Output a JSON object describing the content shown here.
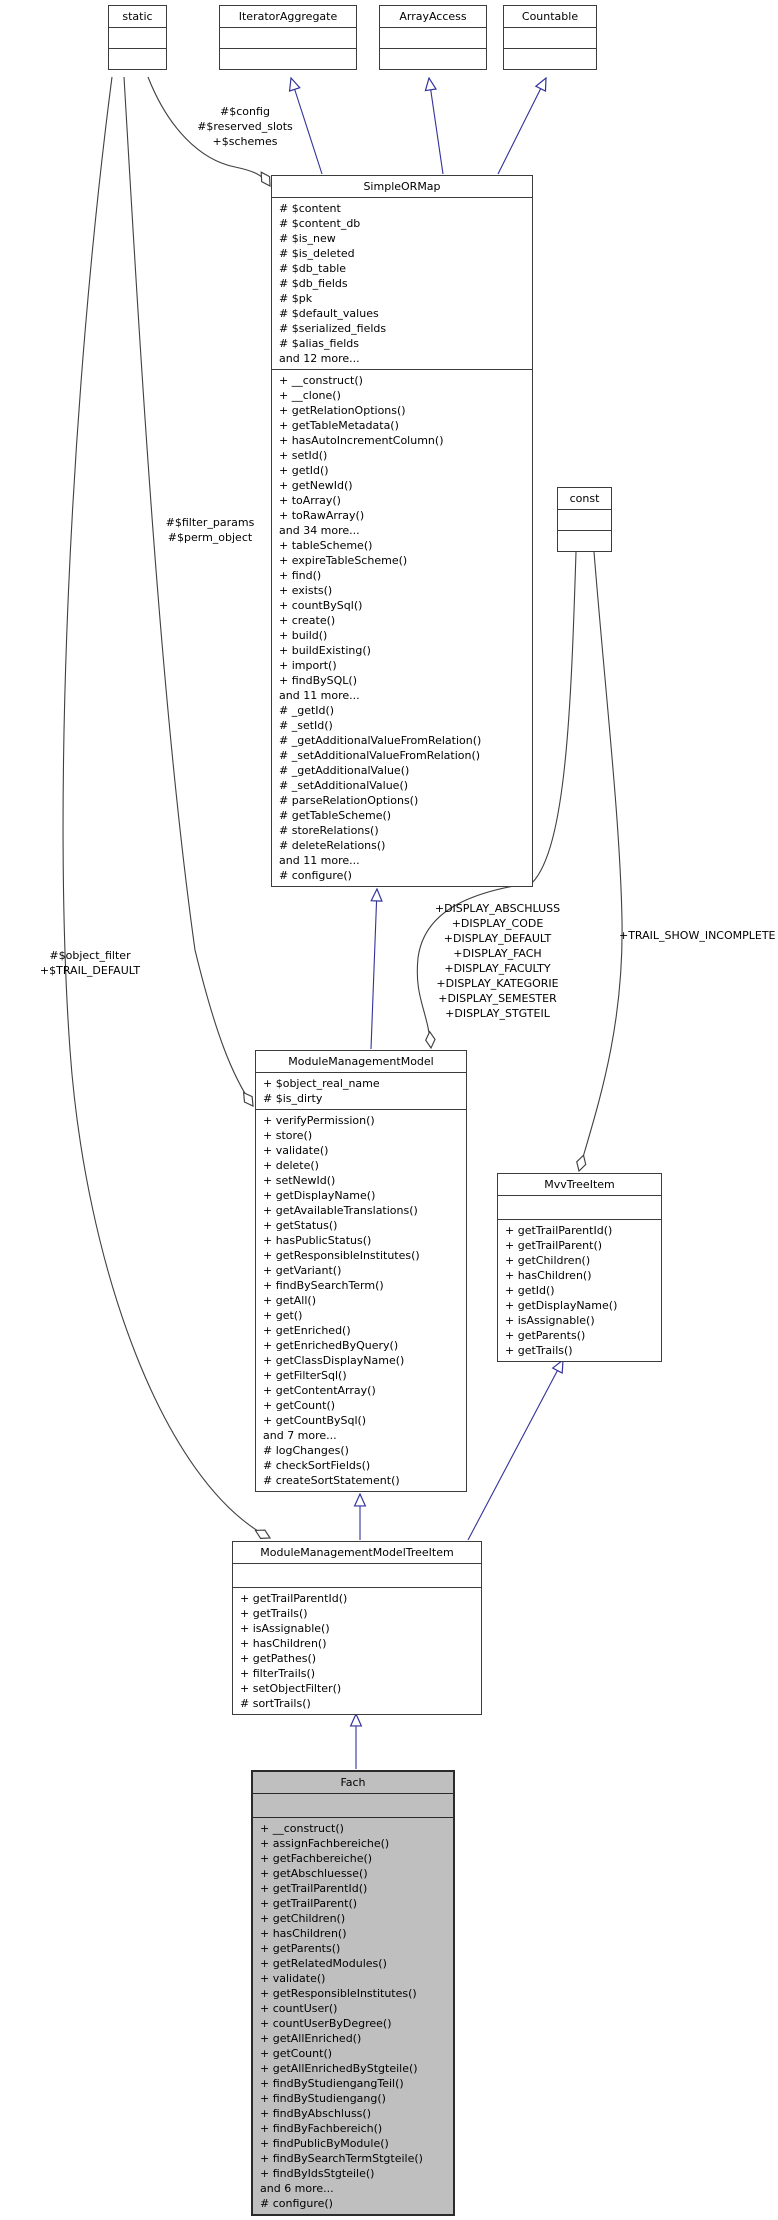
{
  "diagram_type": "uml-class-collaboration-graph",
  "colors": {
    "background": "#ffffff",
    "box_border": "#3c3c3c",
    "box_fill": "#ffffff",
    "highlight_fill": "#bfbfbf",
    "inheritance_edge": "#32329b",
    "usage_edge": "#404040",
    "text": "#000000"
  },
  "classes": {
    "static": {
      "title": "static",
      "attributes": [],
      "methods": []
    },
    "iterator_aggregate": {
      "title": "IteratorAggregate",
      "attributes": [],
      "methods": []
    },
    "array_access": {
      "title": "ArrayAccess",
      "attributes": [],
      "methods": []
    },
    "countable": {
      "title": "Countable",
      "attributes": [],
      "methods": []
    },
    "const": {
      "title": "const",
      "attributes": [],
      "methods": []
    },
    "simple_or_map": {
      "title": "SimpleORMap",
      "attributes": [
        "# $content",
        "# $content_db",
        "# $is_new",
        "# $is_deleted",
        "# $db_table",
        "# $db_fields",
        "# $pk",
        "# $default_values",
        "# $serialized_fields",
        "# $alias_fields",
        "and 12 more..."
      ],
      "methods": [
        "+ __construct()",
        "+ __clone()",
        "+ getRelationOptions()",
        "+ getTableMetadata()",
        "+ hasAutoIncrementColumn()",
        "+ setId()",
        "+ getId()",
        "+ getNewId()",
        "+ toArray()",
        "+ toRawArray()",
        "and 34 more...",
        "+ tableScheme()",
        "+ expireTableScheme()",
        "+ find()",
        "+ exists()",
        "+ countBySql()",
        "+ create()",
        "+ build()",
        "+ buildExisting()",
        "+ import()",
        "+ findBySQL()",
        "and 11 more...",
        "# _getId()",
        "# _setId()",
        "# _getAdditionalValueFromRelation()",
        "# _setAdditionalValueFromRelation()",
        "# _getAdditionalValue()",
        "# _setAdditionalValue()",
        "# parseRelationOptions()",
        "# getTableScheme()",
        "# storeRelations()",
        "# deleteRelations()",
        "and 11 more...",
        "# configure()"
      ]
    },
    "module_management_model": {
      "title": "ModuleManagementModel",
      "attributes": [
        "+ $object_real_name",
        "# $is_dirty"
      ],
      "methods": [
        "+ verifyPermission()",
        "+ store()",
        "+ validate()",
        "+ delete()",
        "+ setNewId()",
        "+ getDisplayName()",
        "+ getAvailableTranslations()",
        "+ getStatus()",
        "+ hasPublicStatus()",
        "+ getResponsibleInstitutes()",
        "+ getVariant()",
        "+ findBySearchTerm()",
        "+ getAll()",
        "+ get()",
        "+ getEnriched()",
        "+ getEnrichedByQuery()",
        "+ getClassDisplayName()",
        "+ getFilterSql()",
        "+ getContentArray()",
        "+ getCount()",
        "+ getCountBySql()",
        "and 7 more...",
        "# logChanges()",
        "# checkSortFields()",
        "# createSortStatement()"
      ]
    },
    "mvv_tree_item": {
      "title": "MvvTreeItem",
      "attributes": [],
      "methods": [
        "+ getTrailParentId()",
        "+ getTrailParent()",
        "+ getChildren()",
        "+ hasChildren()",
        "+ getId()",
        "+ getDisplayName()",
        "+ isAssignable()",
        "+ getParents()",
        "+ getTrails()"
      ]
    },
    "module_management_model_tree_item": {
      "title": "ModuleManagementModelTreeItem",
      "attributes": [],
      "methods": [
        "+ getTrailParentId()",
        "+ getTrails()",
        "+ isAssignable()",
        "+ hasChildren()",
        "+ getPathes()",
        "+ filterTrails()",
        "+ setObjectFilter()",
        "# sortTrails()"
      ]
    },
    "fach": {
      "title": "Fach",
      "attributes": [],
      "methods": [
        "+ __construct()",
        "+ assignFachbereiche()",
        "+ getFachbereiche()",
        "+ getAbschluesse()",
        "+ getTrailParentId()",
        "+ getTrailParent()",
        "+ getChildren()",
        "+ hasChildren()",
        "+ getParents()",
        "+ getRelatedModules()",
        "+ validate()",
        "+ getResponsibleInstitutes()",
        "+ countUser()",
        "+ countUserByDegree()",
        "+ getAllEnriched()",
        "+ getCount()",
        "+ getAllEnrichedByStgteile()",
        "+ findByStudiengangTeil()",
        "+ findByStudiengang()",
        "+ findByAbschluss()",
        "+ findByFachbereich()",
        "+ findPublicByModule()",
        "+ findBySearchTermStgteile()",
        "+ findByIdsStgteile()",
        "and 6 more...",
        "# configure()"
      ]
    }
  },
  "edge_labels": {
    "static_to_simple_or_map": [
      "#$config",
      "#$reserved_slots",
      "+$schemes"
    ],
    "static_to_module_management_model": [
      "#$filter_params",
      "#$perm_object"
    ],
    "static_to_tree_item": [
      "#$object_filter",
      "+$TRAIL_DEFAULT"
    ],
    "const_to_module_management_model": [
      "+DISPLAY_ABSCHLUSS",
      "+DISPLAY_CODE",
      "+DISPLAY_DEFAULT",
      "+DISPLAY_FACH",
      "+DISPLAY_FACULTY",
      "+DISPLAY_KATEGORIE",
      "+DISPLAY_SEMESTER",
      "+DISPLAY_STGTEIL"
    ],
    "const_to_mvv_tree_item": [
      "+TRAIL_SHOW_INCOMPLETE"
    ]
  }
}
